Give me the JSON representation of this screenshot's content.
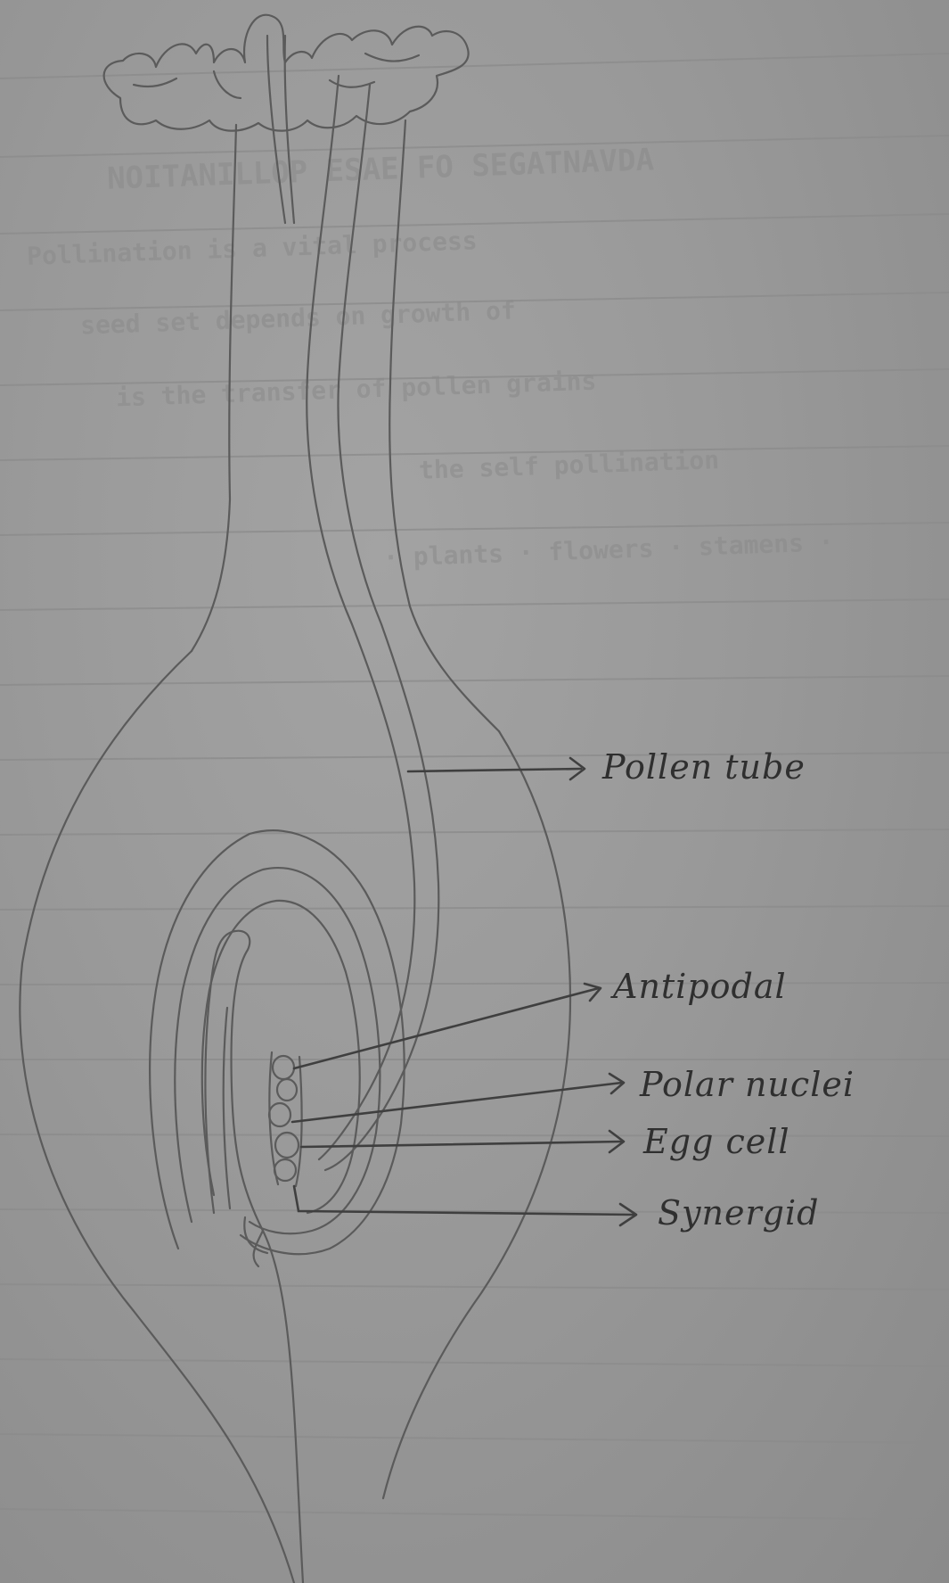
{
  "background_text": {
    "heading": "NOITANILLOP ESAE FO SEGATNAVDA",
    "lines": [
      "Pollination is a vital process",
      "seed set depends on growth of",
      "is the transfer of pollen grains",
      "the self pollination",
      "· plants · flowers · stamens ·"
    ]
  },
  "labels": {
    "pollen_tube": "Pollen tube",
    "antipodal": "Antipodal",
    "polar_nuclei": "Polar nuclei",
    "egg_cell": "Egg cell",
    "synergid": "Synergid"
  },
  "colors": {
    "paper": "#999999",
    "ruled_line": "#8c8c8c",
    "pencil": "#5b5b5b",
    "ink": "#2f2f2f"
  }
}
